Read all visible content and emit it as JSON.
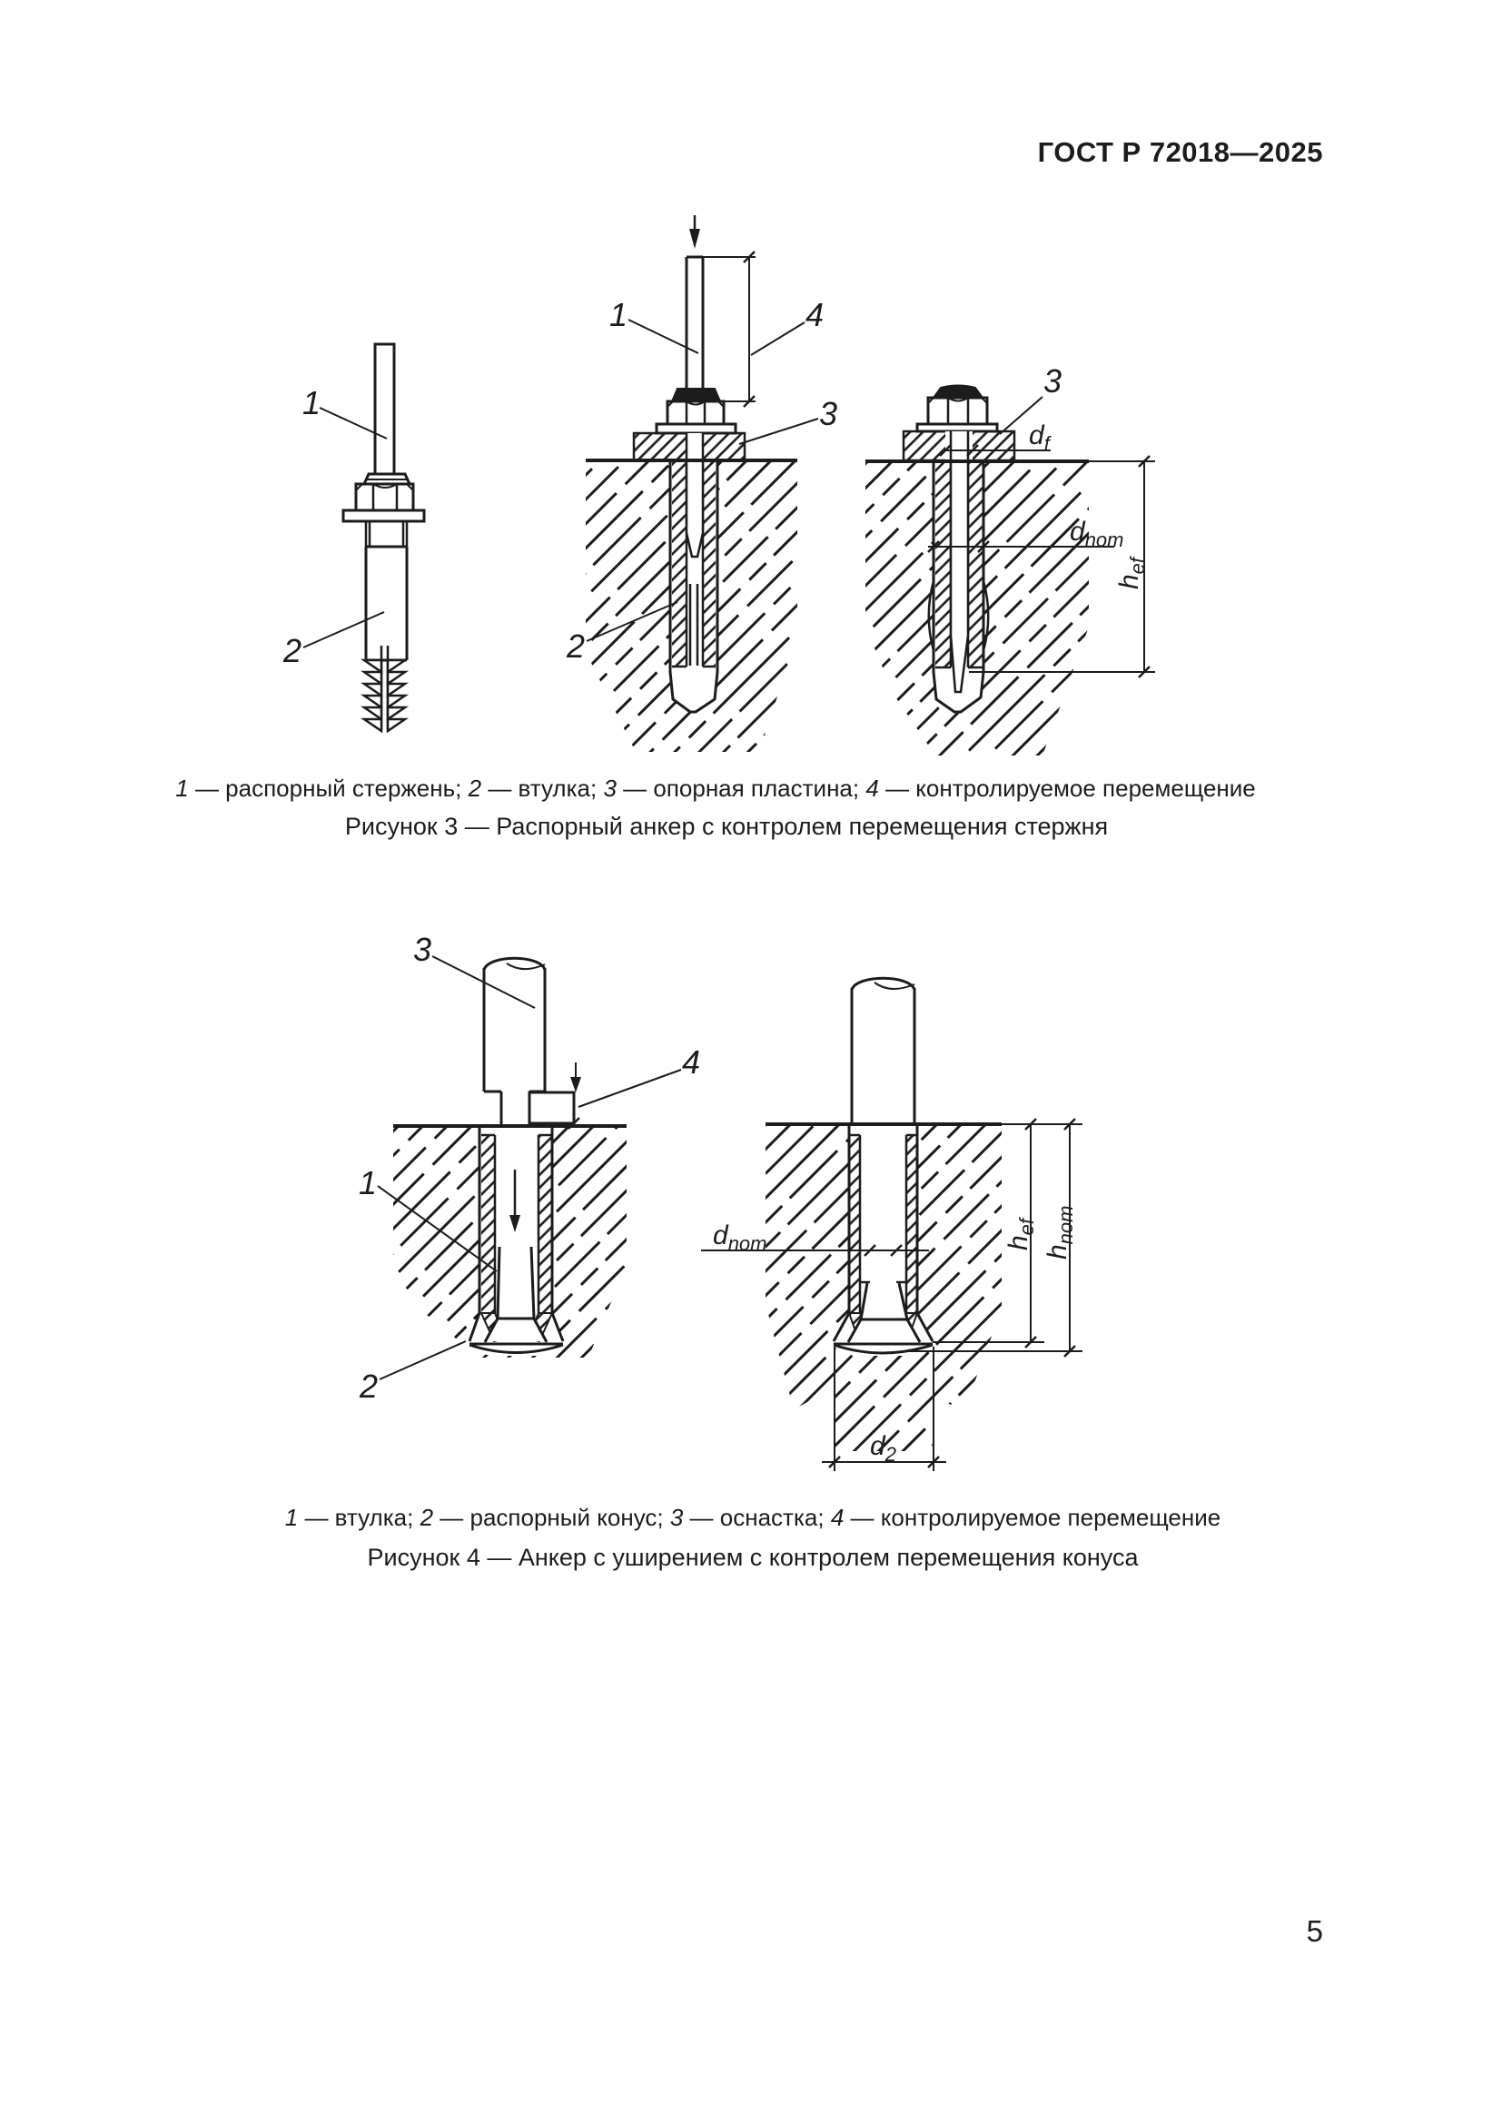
{
  "header": {
    "code": "ГОСТ Р 72018—2025"
  },
  "page_number": "5",
  "figure3": {
    "callouts": {
      "left_1": "1",
      "left_2": "2",
      "mid_1": "1",
      "mid_2": "2",
      "mid_3": "3",
      "mid_4": "4",
      "right_3": "3"
    },
    "dimensions": {
      "df": {
        "base": "d",
        "sub": "f"
      },
      "dnom": {
        "base": "d",
        "sub": "nom"
      },
      "hef": {
        "base": "h",
        "sub": "ef"
      }
    },
    "caption": "1 — распорный стержень; 2 — втулка; 3 — опорная пластина; 4 — контролируемое перемещение",
    "title": "Рисунок 3 — Распорный анкер с контролем перемещения стержня"
  },
  "figure4": {
    "callouts": {
      "left_1": "1",
      "left_2": "2",
      "left_3": "3",
      "left_4": "4"
    },
    "dimensions": {
      "dnom": {
        "base": "d",
        "sub": "nom"
      },
      "hef": {
        "base": "h",
        "sub": "ef"
      },
      "hnom": {
        "base": "h",
        "sub": "nom"
      },
      "d2": {
        "base": "d",
        "sub": "2"
      }
    },
    "caption": "1 — втулка; 2 — распорный конус; 3 — оснастка; 4 — контролируемое перемещение",
    "title": "Рисунок 4 — Анкер с уширением с контролем перемещения конуса"
  }
}
